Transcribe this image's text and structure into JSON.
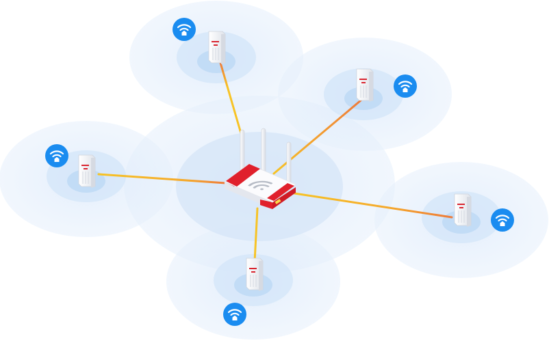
{
  "diagram": {
    "type": "mesh-wifi-network",
    "colors": {
      "coverage_fill": "#e3eefb",
      "coverage_inner": "#cfe3f8",
      "link_start": "#f7c325",
      "link_end": "#ee7b3a",
      "badge": "#1a8cf0",
      "badge_icon": "#ffffff",
      "router_body": "#fbfbfd",
      "router_accent": "#e0202c",
      "node_body": "#f2f4f8",
      "node_accent": "#d9232d"
    },
    "hub": {
      "name": "router",
      "icon": "wifi-icon"
    },
    "satellites": [
      {
        "id": "top",
        "icon": "wifi-home-icon"
      },
      {
        "id": "upper-right",
        "icon": "wifi-home-icon"
      },
      {
        "id": "left",
        "icon": "wifi-home-icon"
      },
      {
        "id": "right",
        "icon": "wifi-home-icon"
      },
      {
        "id": "bottom",
        "icon": "wifi-home-icon"
      }
    ]
  }
}
